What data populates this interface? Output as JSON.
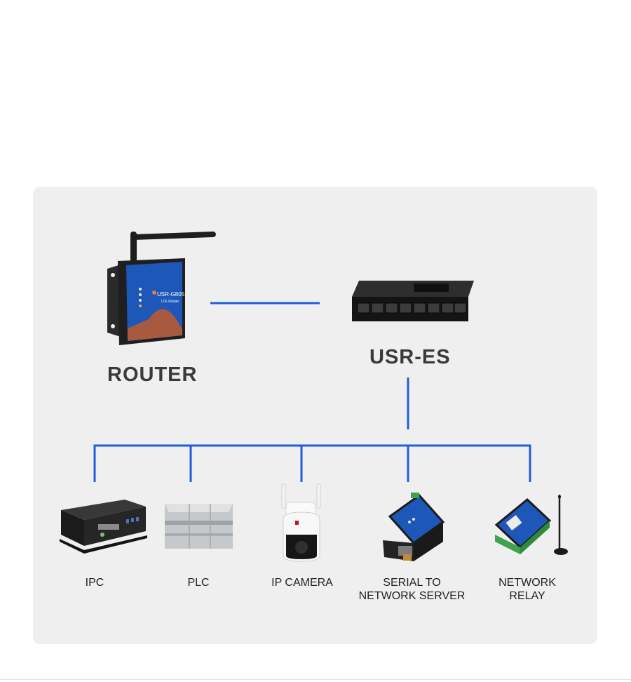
{
  "router": {
    "title": "ROUTER",
    "model": "USR-G805",
    "subtitle": "LTE Router"
  },
  "switch": {
    "title": "USR-ES"
  },
  "devices": [
    {
      "label": "IPC"
    },
    {
      "label": "PLC"
    },
    {
      "label": "IP CAMERA"
    },
    {
      "label": "SERIAL TO\nNETWORK SERVER"
    },
    {
      "label": "NETWORK\nRELAY"
    }
  ],
  "colors": {
    "link": "#1f5fd6",
    "panel": "#efefef",
    "device_blue": "#1d57b8"
  }
}
